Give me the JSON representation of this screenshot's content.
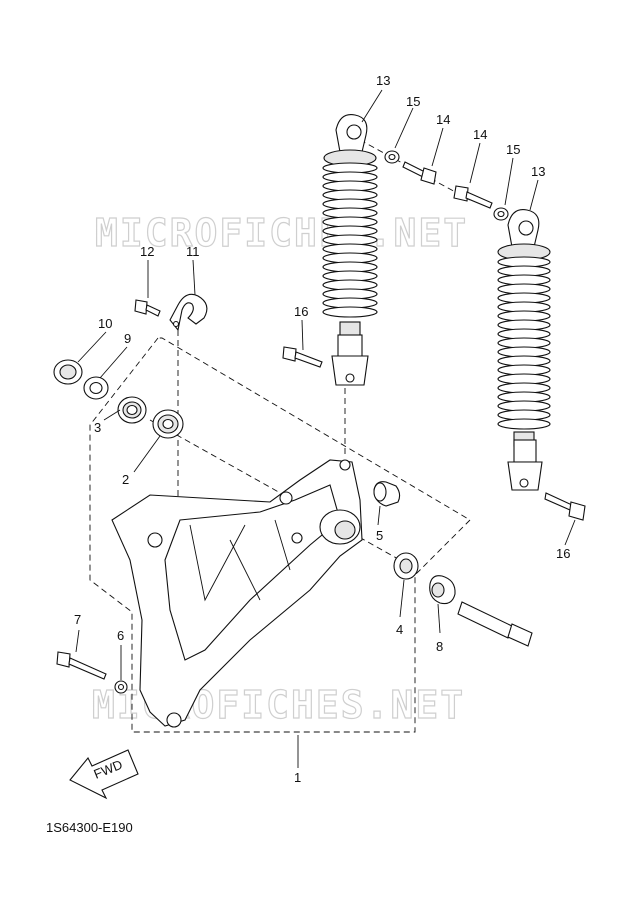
{
  "diagram_code": "1S64300-E190",
  "watermark_text": "MICROFICHES.NET",
  "fwd_label": "FWD",
  "callouts": [
    {
      "id": "callout-13-left",
      "label": "13"
    },
    {
      "id": "callout-15-left",
      "label": "15"
    },
    {
      "id": "callout-14-left",
      "label": "14"
    },
    {
      "id": "callout-14-right",
      "label": "14"
    },
    {
      "id": "callout-15-right",
      "label": "15"
    },
    {
      "id": "callout-13-right",
      "label": "13"
    },
    {
      "id": "callout-12",
      "label": "12"
    },
    {
      "id": "callout-11",
      "label": "11"
    },
    {
      "id": "callout-16-left",
      "label": "16"
    },
    {
      "id": "callout-10",
      "label": "10"
    },
    {
      "id": "callout-9",
      "label": "9"
    },
    {
      "id": "callout-3",
      "label": "3"
    },
    {
      "id": "callout-2",
      "label": "2"
    },
    {
      "id": "callout-5",
      "label": "5"
    },
    {
      "id": "callout-16-right",
      "label": "16"
    },
    {
      "id": "callout-4",
      "label": "4"
    },
    {
      "id": "callout-8",
      "label": "8"
    },
    {
      "id": "callout-7",
      "label": "7"
    },
    {
      "id": "callout-6",
      "label": "6"
    },
    {
      "id": "callout-1",
      "label": "1"
    }
  ]
}
